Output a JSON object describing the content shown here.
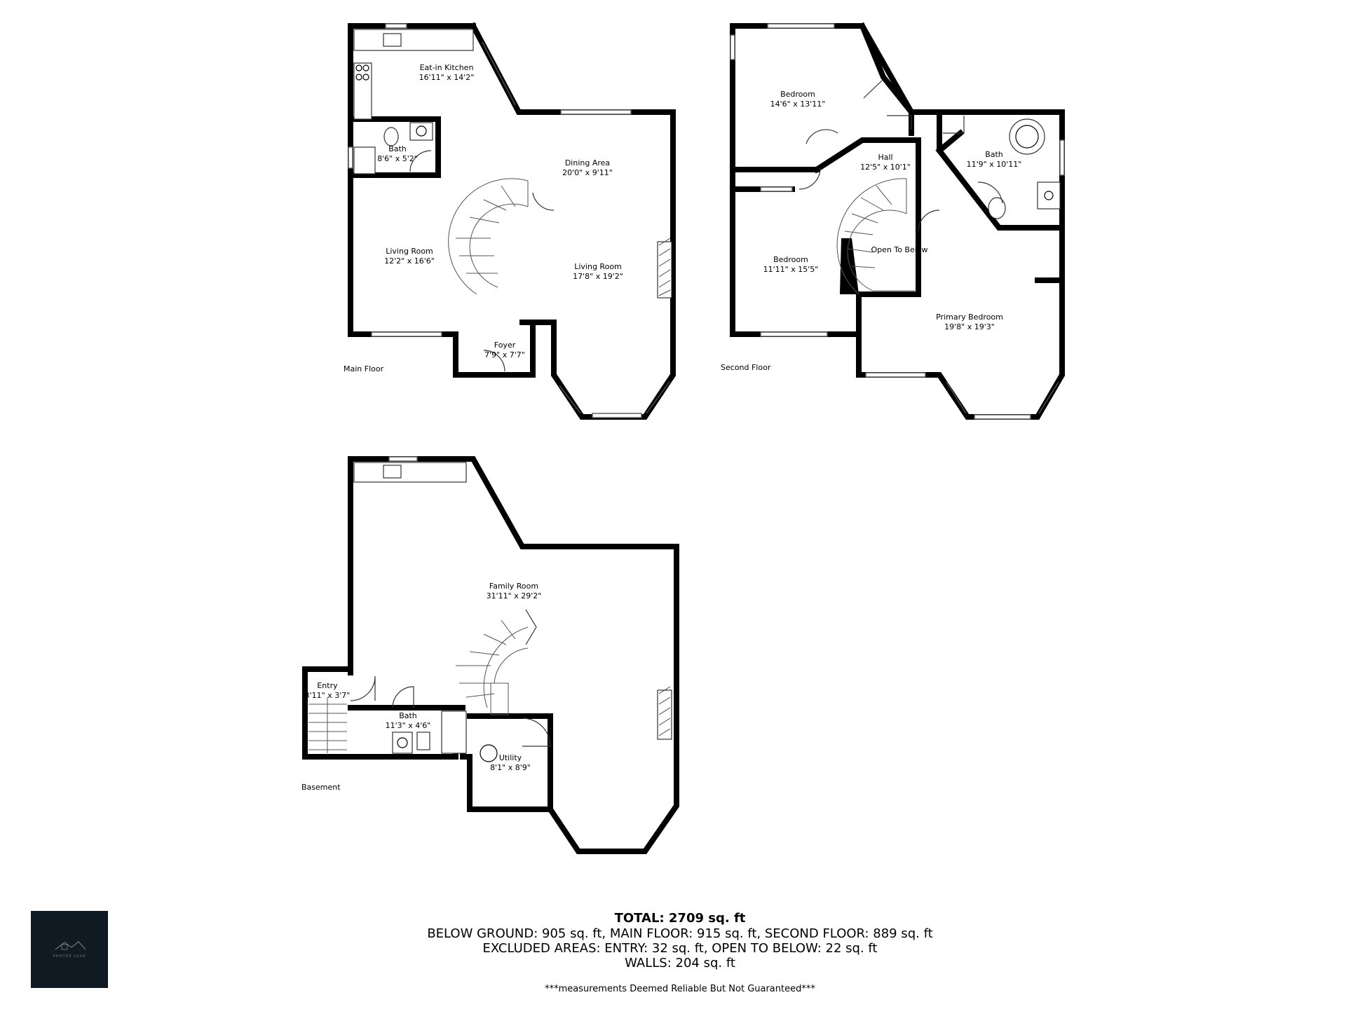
{
  "floors": {
    "main": {
      "label": "Main Floor",
      "rooms": [
        {
          "name": "Eat-in Kitchen",
          "dims": "16'11\" x 14'2\""
        },
        {
          "name": "Bath",
          "dims": "8'6\" x 5'2\""
        },
        {
          "name": "Dining Area",
          "dims": "20'0\" x 9'11\""
        },
        {
          "name": "Living Room",
          "dims": "12'2\" x 16'6\""
        },
        {
          "name": "Living Room",
          "dims": "17'8\" x 19'2\""
        },
        {
          "name": "Foyer",
          "dims": "7'9\" x 7'7\""
        }
      ]
    },
    "second": {
      "label": "Second Floor",
      "rooms": [
        {
          "name": "Bedroom",
          "dims": "14'6\" x 13'11\""
        },
        {
          "name": "Hall",
          "dims": "12'5\" x 10'1\""
        },
        {
          "name": "Bath",
          "dims": "11'9\" x 10'11\""
        },
        {
          "name": "Bedroom",
          "dims": "11'11\" x 15'5\""
        },
        {
          "name": "Open To Below",
          "dims": ""
        },
        {
          "name": "Primary Bedroom",
          "dims": "19'8\" x 19'3\""
        }
      ]
    },
    "basement": {
      "label": "Basement",
      "rooms": [
        {
          "name": "Family Room",
          "dims": "31'11\" x 29'2\""
        },
        {
          "name": "Entry",
          "dims": "3'11\" x 3'7\""
        },
        {
          "name": "Bath",
          "dims": "11'3\" x 4'6\""
        },
        {
          "name": "Utility",
          "dims": "8'1\" x 8'9\""
        }
      ]
    }
  },
  "summary": {
    "total": "TOTAL: 2709 sq. ft",
    "line1": "BELOW GROUND: 905 sq. ft, MAIN FLOOR: 915 sq. ft, SECOND FLOOR: 889 sq. ft",
    "line2": "EXCLUDED AREAS: ENTRY: 32 sq. ft, OPEN TO BELOW: 22 sq. ft",
    "line3": "WALLS: 204 sq. ft",
    "note": "***measurements Deemed Reliable But Not Guaranteed***"
  },
  "logo": {
    "text": "PHOTOS LUXA"
  }
}
